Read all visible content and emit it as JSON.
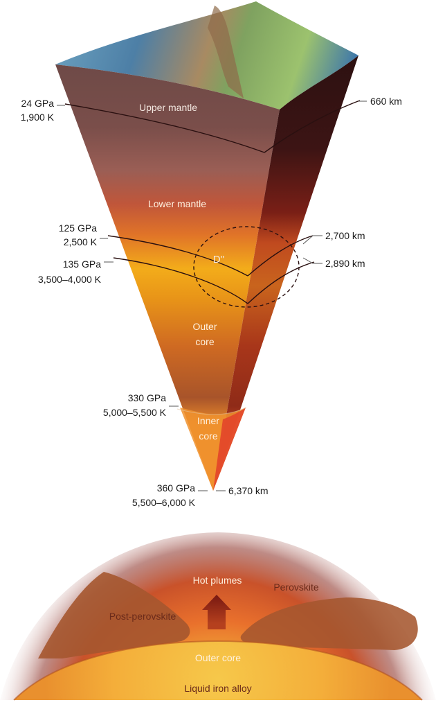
{
  "cone": {
    "layers": {
      "upper_mantle": "Upper mantle",
      "lower_mantle": "Lower mantle",
      "d_double_prime": "D''",
      "outer_core_line1": "Outer",
      "outer_core_line2": "core",
      "inner_core_line1": "Inner",
      "inner_core_line2": "core"
    },
    "left_labels": {
      "l1_pressure": "24 GPa",
      "l1_temp": "1,900 K",
      "l2_pressure": "125 GPa",
      "l2_temp": "2,500 K",
      "l3_pressure": "135 GPa",
      "l3_temp": "3,500–4,000 K",
      "l4_pressure": "330 GPa",
      "l4_temp": "5,000–5,500 K",
      "l5_pressure": "360 GPa",
      "l5_temp": "5,500–6,000 K"
    },
    "right_labels": {
      "r1": "660 km",
      "r2": "2,700 km",
      "r3": "2,890 km",
      "r4": "6,370 km"
    }
  },
  "bottom": {
    "hot_plumes": "Hot plumes",
    "perovskite": "Perovskite",
    "post_perovskite": "Post-perovskite",
    "outer_core": "Outer core",
    "liquid_iron_alloy": "Liquid iron alloy"
  }
}
